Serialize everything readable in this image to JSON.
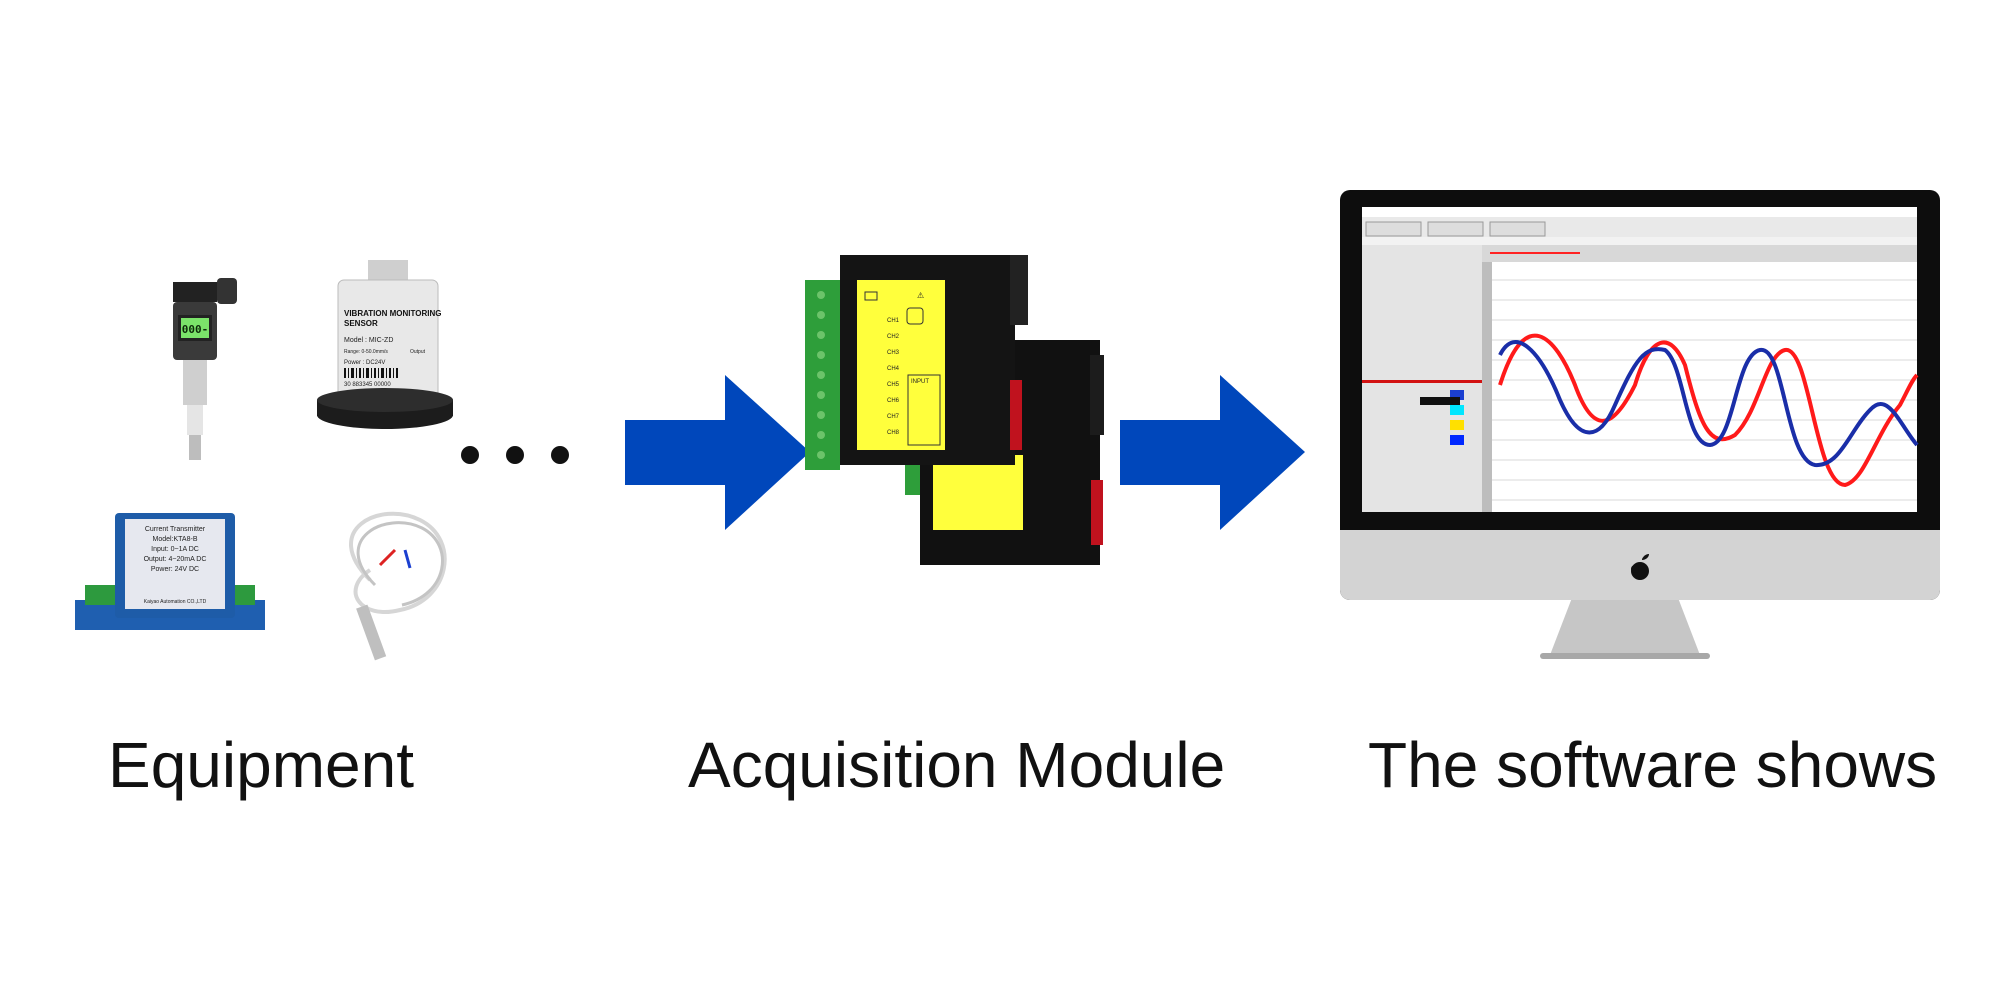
{
  "captions": {
    "equipment": "Equipment",
    "module": "Acquisition Module",
    "software": "The software shows"
  },
  "devices": {
    "transmitter_display": "000-",
    "vibration_label_line1": "VIBRATION MONITORING",
    "vibration_label_line2": "SENSOR",
    "vibration_model": "Model : MIC-ZD",
    "vibration_range": "Range: 0-50.0mm/s",
    "vibration_output": "Output",
    "vibration_power": "Power : DC24V",
    "vibration_barcode_text": "30 883345 00000",
    "current_title": "Current Transmitter",
    "current_model": "Model:KTA8-B",
    "current_input": "Input:  0~1A DC",
    "current_output": "Output: 4~20mA DC",
    "current_power": "Power: 24V DC",
    "current_maker": "Kaiyao Automation CO.,LTD"
  },
  "module": {
    "input_label": "INPUT",
    "channels": [
      "CH1",
      "CH2",
      "CH3",
      "CH4",
      "CH5",
      "CH6",
      "CH7",
      "CH8"
    ]
  },
  "colors": {
    "arrow": "#0047bb",
    "series_red": "#ff1a1a",
    "series_blue": "#1a2ea8",
    "module_label": "#ffff3c",
    "terminal": "#2e9e3a"
  },
  "icons": {
    "arrow1": "arrow-right-icon",
    "arrow2": "arrow-right-icon",
    "ellipsis": "ellipsis-icon",
    "monitor_logo": "apple-logo-icon"
  }
}
